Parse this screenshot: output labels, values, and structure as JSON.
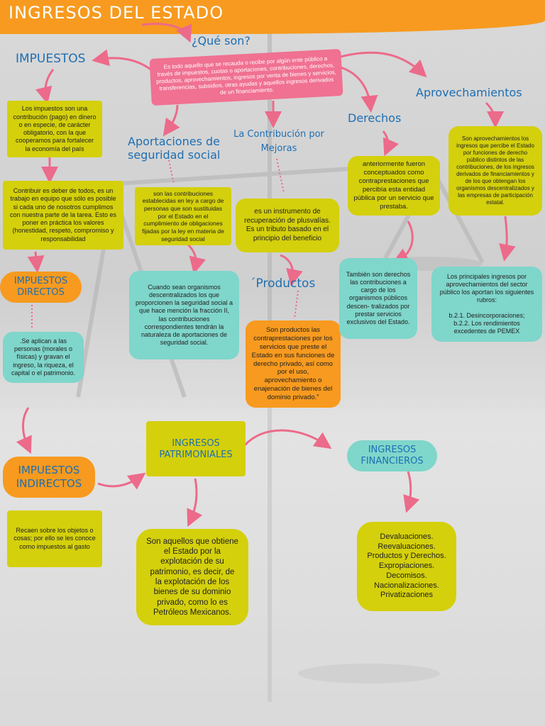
{
  "header": {
    "title": "INGRESOS DEL ESTADO"
  },
  "center": {
    "question": "¿Qué son?",
    "definition": "Es todo aquello que se recauda o recibe por algún ente público a través de impuestos, cuotas o aportaciones, contribuciones, derechos, productos, aprovechamientos, ingresos por venta de bienes y servicios, transferencias, subsidios, otras ayudas y aquellos ingresos derivados de un financiamiento."
  },
  "impuestos": {
    "title": "IMPUESTOS",
    "box1": "Los impuestos son una contribución (pago) en dinero o en especie, de carácter obligatorio, con la que cooperamos para fortalecer la economía del país",
    "box2": "Contribuir es deber de todos, es un trabajo en equipo que sólo es posible si cada uno de nosotros cumplimos con nuestra parte de la tarea. Esto es poner en práctica los valores (honestidad, respeto, compromiso y responsabilidad",
    "directos_title": "IMPUESTOS DIRECTOS",
    "directos_text": ".Se aplican a las personas (morales o físicas) y gravan el ingreso, la riqueza, el capital o el patrimonio.",
    "indirectos_title": "IMPUESTOS INDIRECTOS",
    "indirectos_text": "Recaen sobre los objetos o cosas; por ello se les conoce como impuestos al gasto"
  },
  "aportaciones": {
    "title": "Aportaciones de seguridad social",
    "box1": "son las contribuciones establecidas en ley a cargo de personas que son sustituidas por el Estado en el cumplimiento de obligaciones fijadas por la ley en materia de seguridad social",
    "box2": "Cuando sean organismos descentralizados los que proporcionen la seguridad social a que hace mención la fracción II, las contribuciones correspondientes tendrán la naturaleza de aportaciones de seguridad social."
  },
  "mejoras": {
    "title": "La Contribución por Mejoras",
    "box": "es un instrumento de recuperación de plusvalías. Es un tributo basado en el principio del beneficio"
  },
  "productos": {
    "title": "´Productos",
    "box": "Son productos las contraprestaciones por los servicios que preste el Estado en sus funciones de derecho privado, así como por el uso, aprovechamiento o enajenación de bienes del dominio privado.”"
  },
  "derechos": {
    "title": "Derechos",
    "box1": "anteriormente fueron conceptuados como contraprestaciones que percibía esta entidad pública por un servicio que prestaba.",
    "box2": "También son derechos las contribuciones a cargo de los organismos públicos descen- tralizados por prestar servicios exclusivos del Estado."
  },
  "aprovechamientos": {
    "title": "Aprovechamientos",
    "box1": "Son aprovechamientos los ingresos que percibe el Estado por funciones de derecho público distintos de las contribuciones, de los ingresos derivados de financiamientos y de los que obtengan los organismos descentralizados y las empresas de participación estatal.",
    "box2_intro": "Los principales ingresos por aprovechamientos del sector público los aportan los siguientes rubros:",
    "box2_item1": "b.2.1. Desincorporaciones;",
    "box2_item2": "b.2.2. Los rendimientos excedentes de PEMEX"
  },
  "patrimoniales": {
    "title": "INGRESOS PATRIMONIALES",
    "box": "Son aquellos que obtiene el Estado por la explotación de su patrimonio, es decir, de la explotación de los bienes de su dominio privado, como lo es Petróleos Mexicanos."
  },
  "financieros": {
    "title": "INGRESOS FINANCIEROS",
    "items": [
      "Devaluaciones.",
      "Reevaluaciones.",
      "Productos y Derechos.",
      "Expropiaciones.",
      "Decomisos.",
      "Nacionalizaciones.",
      "Privatizaciones"
    ]
  },
  "colors": {
    "banner": "#f79a1f",
    "yellow": "#d4d00c",
    "teal": "#7fd6cb",
    "pink": "#f07191",
    "title_blue": "#1e6fb3",
    "arrow": "#ec6a8a"
  }
}
